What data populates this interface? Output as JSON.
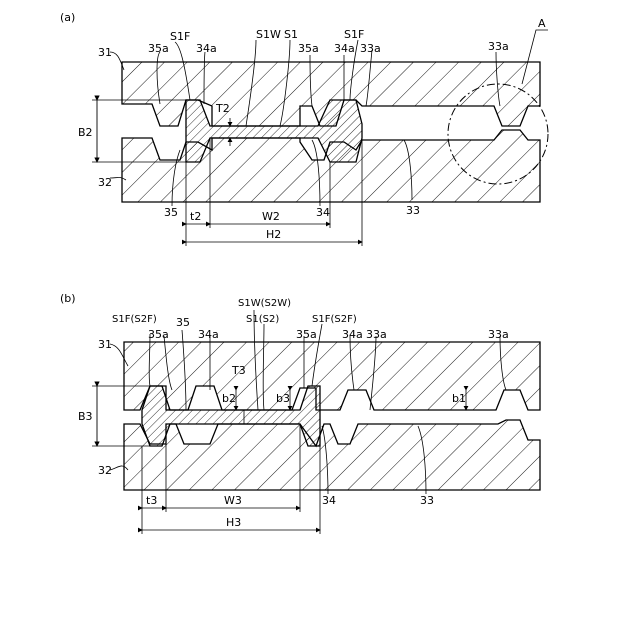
{
  "panel_a": {
    "label": "(a)",
    "labels": {
      "r31": "31",
      "r32": "32",
      "r35a": "35a",
      "r34a_left": "34a",
      "s1f_left": "S1F",
      "s1w": "S1W",
      "s1": "S1",
      "r35a_mid": "35a",
      "r34a_mid": "34a",
      "s1f_right": "S1F",
      "r33a_1": "33a",
      "r33a_2": "33a",
      "a": "A",
      "t2_upper": "T2",
      "b2": "B2",
      "r35": "35",
      "r34": "34",
      "r33": "33",
      "t2": "t2",
      "w2": "W2",
      "h2": "H2"
    }
  },
  "panel_b": {
    "label": "(b)",
    "labels": {
      "s1f_s2f_left": "S1F(S2F)",
      "s1w_s2w": "S1W(S2W)",
      "s1_s2": "S1(S2)",
      "s1f_s2f_right": "S1F(S2F)",
      "r31": "31",
      "r35a_left": "35a",
      "r35": "35",
      "r34a_left": "34a",
      "r35a_mid": "35a",
      "r34a_mid": "34a",
      "r33a_1": "33a",
      "r33a_2": "33a",
      "t3_upper": "T3",
      "b2": "b2",
      "b3": "b3",
      "b1": "b1",
      "b3_left": "B3",
      "r32": "32",
      "r34": "34",
      "r33": "33",
      "t3": "t3",
      "w3": "W3",
      "h3": "H3"
    }
  }
}
